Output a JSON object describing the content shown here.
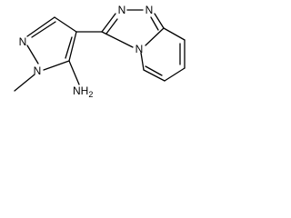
{
  "molecule": {
    "labels": {
      "pyrazole_n2": "N",
      "pyrazole_n1": "N",
      "amine": "NH2",
      "triazole_n_left": "N",
      "triazole_n_right": "N",
      "bridge_n": "N"
    }
  },
  "colors": {
    "bond": "#000000",
    "text": "#000000",
    "background": "#ffffff"
  }
}
